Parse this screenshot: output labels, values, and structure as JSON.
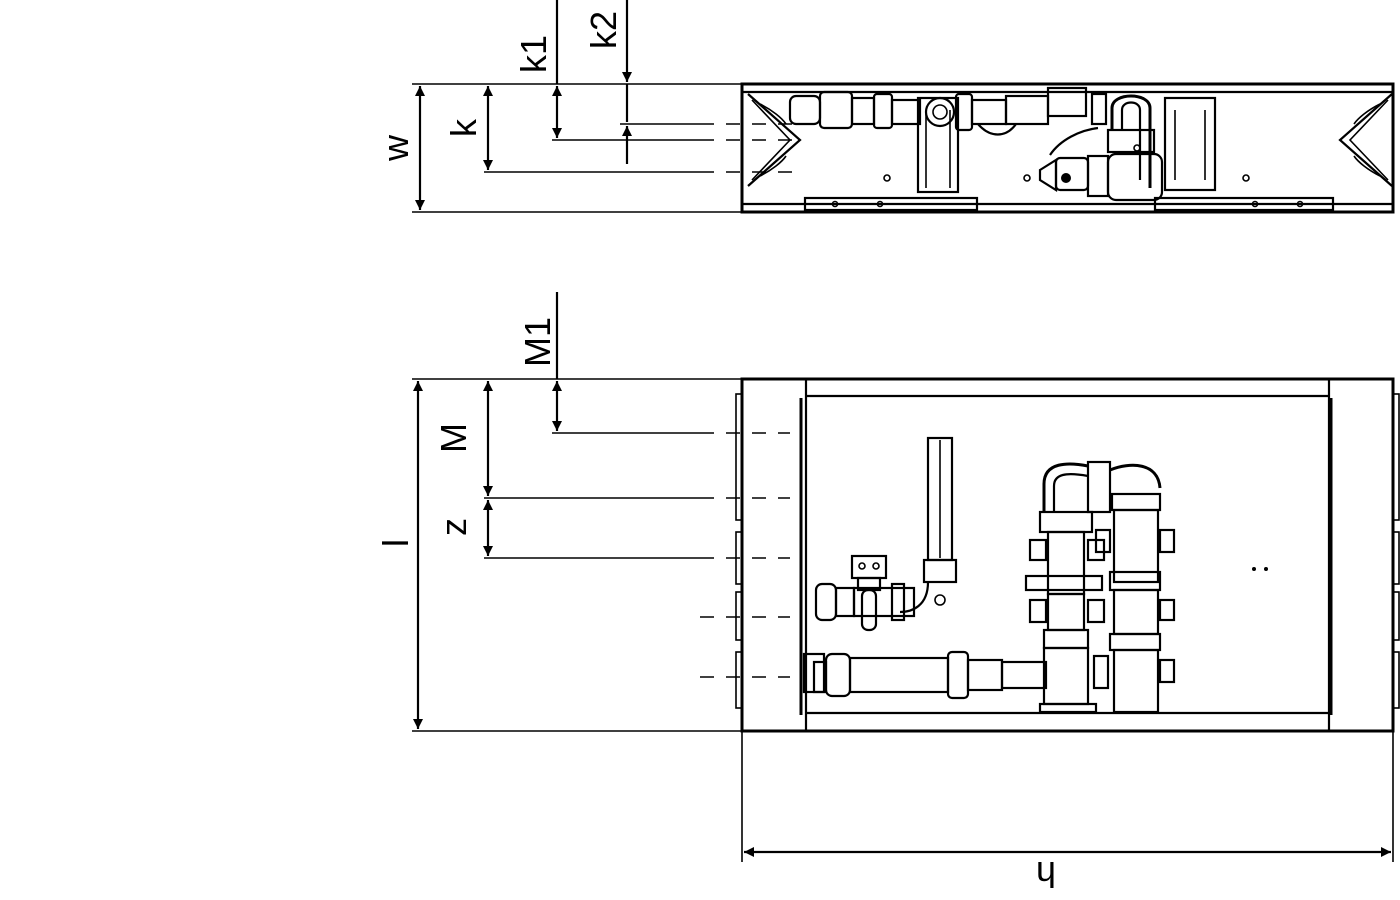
{
  "labels": {
    "k1": "k1",
    "k2": "k2",
    "k": "k",
    "w": "w",
    "M1": "M1",
    "M": "M",
    "z": "z",
    "l": "l",
    "h": "h"
  }
}
